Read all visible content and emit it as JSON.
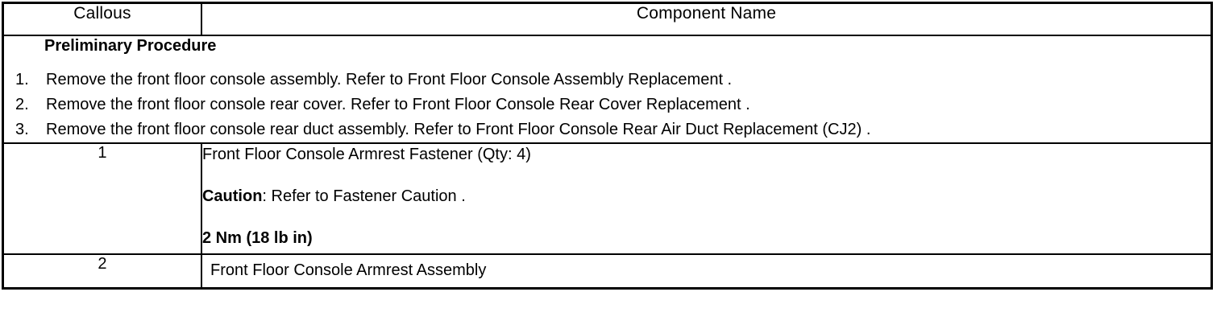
{
  "table": {
    "headers": {
      "callout": "Callous",
      "component_name": "Component Name"
    },
    "preliminary": {
      "title": "Preliminary Procedure",
      "steps": [
        {
          "num": "1.",
          "text": "Remove the front floor console assembly. Refer to Front Floor Console Assembly Replacement ."
        },
        {
          "num": "2.",
          "text": "Remove the front floor console rear cover. Refer to Front Floor Console Rear Cover Replacement ."
        },
        {
          "num": "3.",
          "text": "Remove the front floor console rear duct assembly. Refer to Front Floor Console Rear Air Duct Replacement (CJ2) ."
        }
      ]
    },
    "rows": [
      {
        "callout": "1",
        "component": "Front Floor Console Armrest Fastener (Qty: 4)",
        "caution_label": "Caution",
        "caution_text": ": Refer to Fastener Caution .",
        "torque": "2 Nm (18 lb in)"
      },
      {
        "callout": "2",
        "component": "Front Floor Console Armrest Assembly"
      }
    ]
  }
}
